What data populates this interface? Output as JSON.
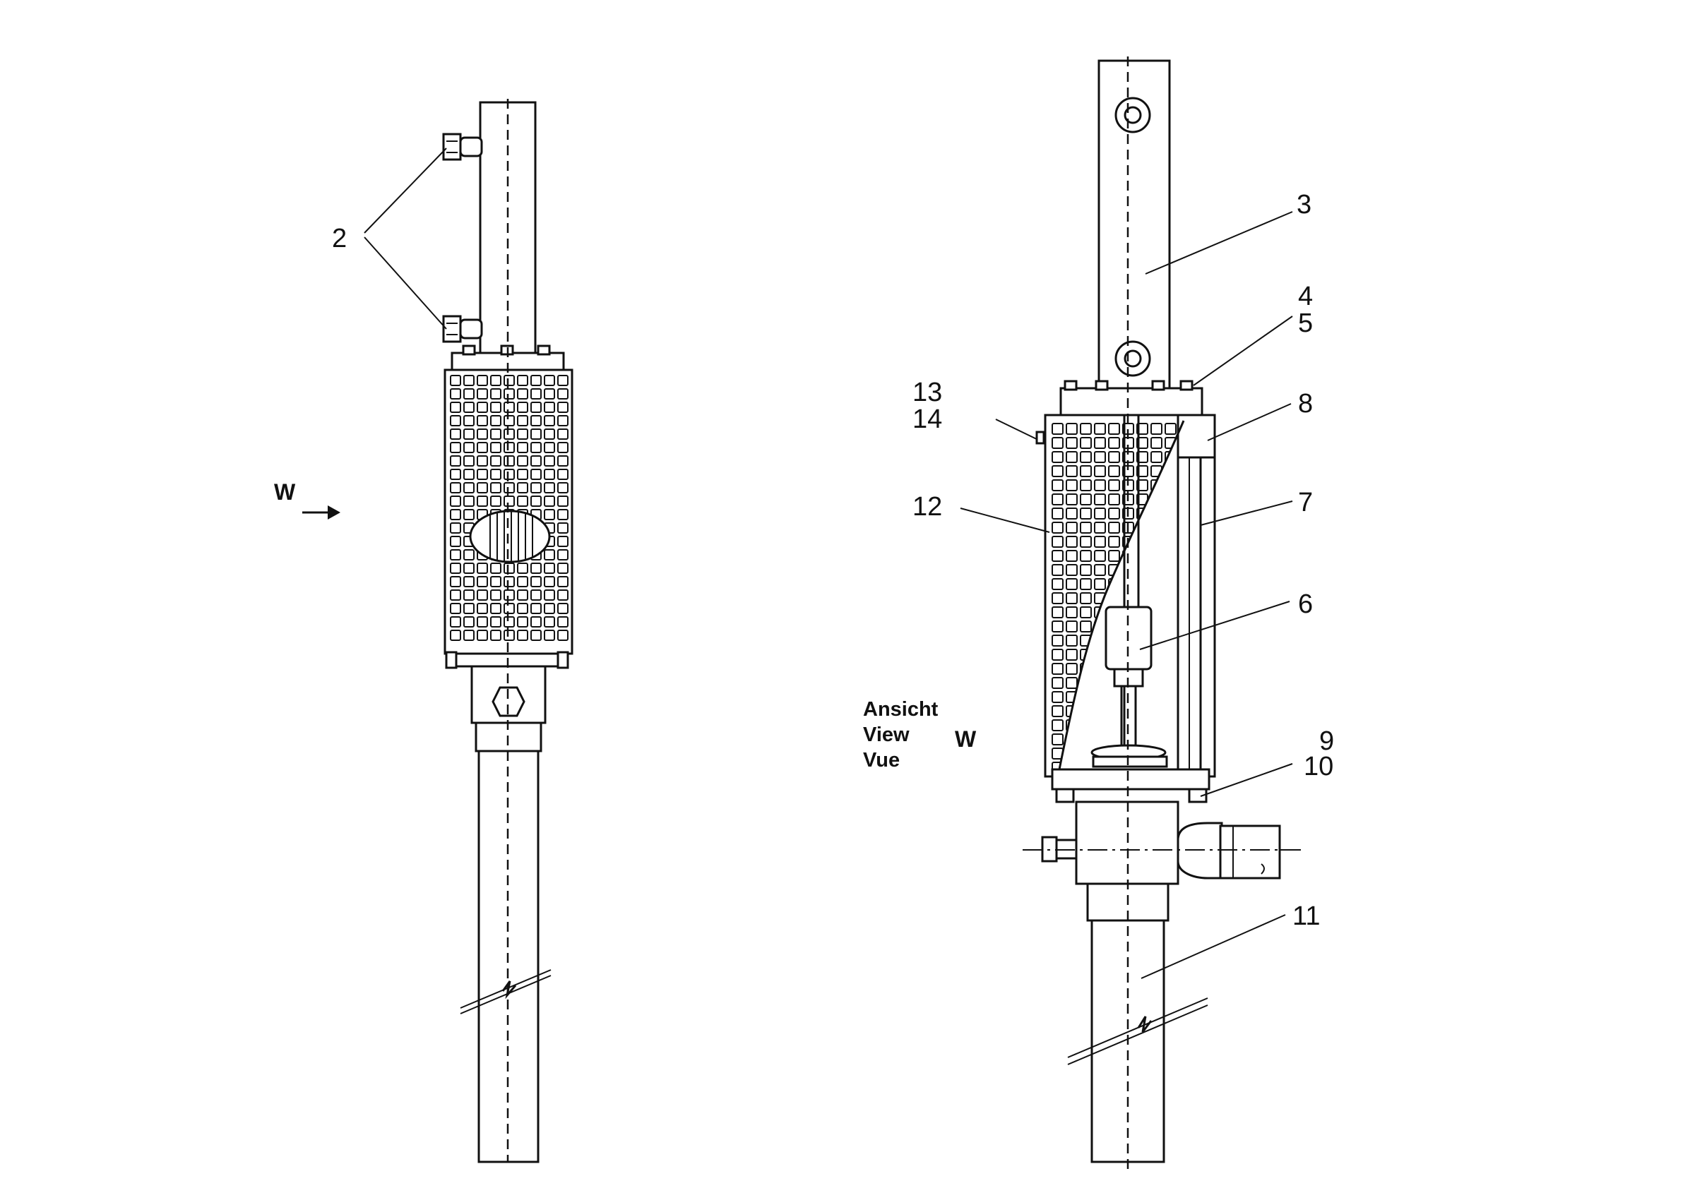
{
  "left_view": {
    "callout_2": "2",
    "view_arrow_letter": "W"
  },
  "right_view": {
    "callouts": {
      "c3": "3",
      "c4": "4",
      "c5": "5",
      "c6": "6",
      "c7": "7",
      "c8": "8",
      "c9": "9",
      "c10": "10",
      "c11": "11",
      "c12": "12",
      "c13": "13",
      "c14": "14"
    },
    "view_caption": {
      "de": "Ansicht",
      "en": "View",
      "fr": "Vue",
      "letter": "W"
    }
  }
}
